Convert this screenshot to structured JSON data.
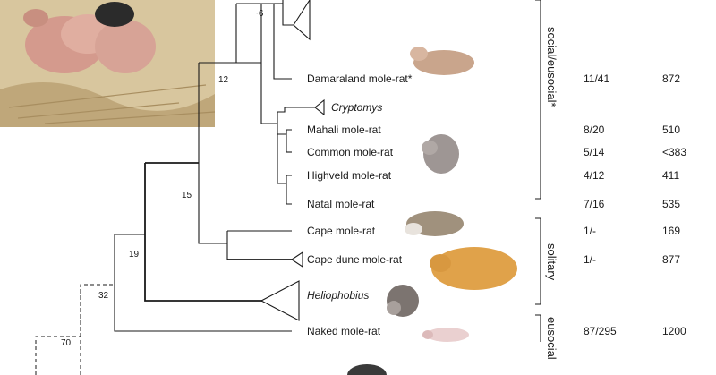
{
  "taxa": {
    "damaraland": "Damaraland mole-rat*",
    "cryptomys": "Cryptomys",
    "mahali": "Mahali mole-rat",
    "common": "Common mole-rat",
    "highveld": "Highveld mole-rat",
    "natal": "Natal mole-rat",
    "cape": "Cape mole-rat",
    "cape_dune": "Cape dune mole-rat",
    "heliophobius": "Heliophobius",
    "naked": "Naked mole-rat"
  },
  "nodes": {
    "n6": "~6",
    "n12": "12",
    "n15": "15",
    "n19": "19",
    "n32": "32",
    "n70": "70"
  },
  "col1": {
    "damaraland": "11/41",
    "mahali": "8/20",
    "common": "5/14",
    "highveld": "4/12",
    "natal": "7/16",
    "cape": "1/-",
    "cape_dune": "1/-",
    "naked": "87/295"
  },
  "col2": {
    "damaraland": "872",
    "mahali": "510",
    "common": "<383",
    "highveld": "411",
    "natal": "535",
    "cape": "169",
    "cape_dune": "877",
    "naked": "1200"
  },
  "groups": {
    "social": "social/eusocial*",
    "solitary": "solitary",
    "eusocial": "eusocial"
  },
  "colors": {
    "line": "#1a1a1a",
    "photo_bg": "#d9c49a"
  }
}
